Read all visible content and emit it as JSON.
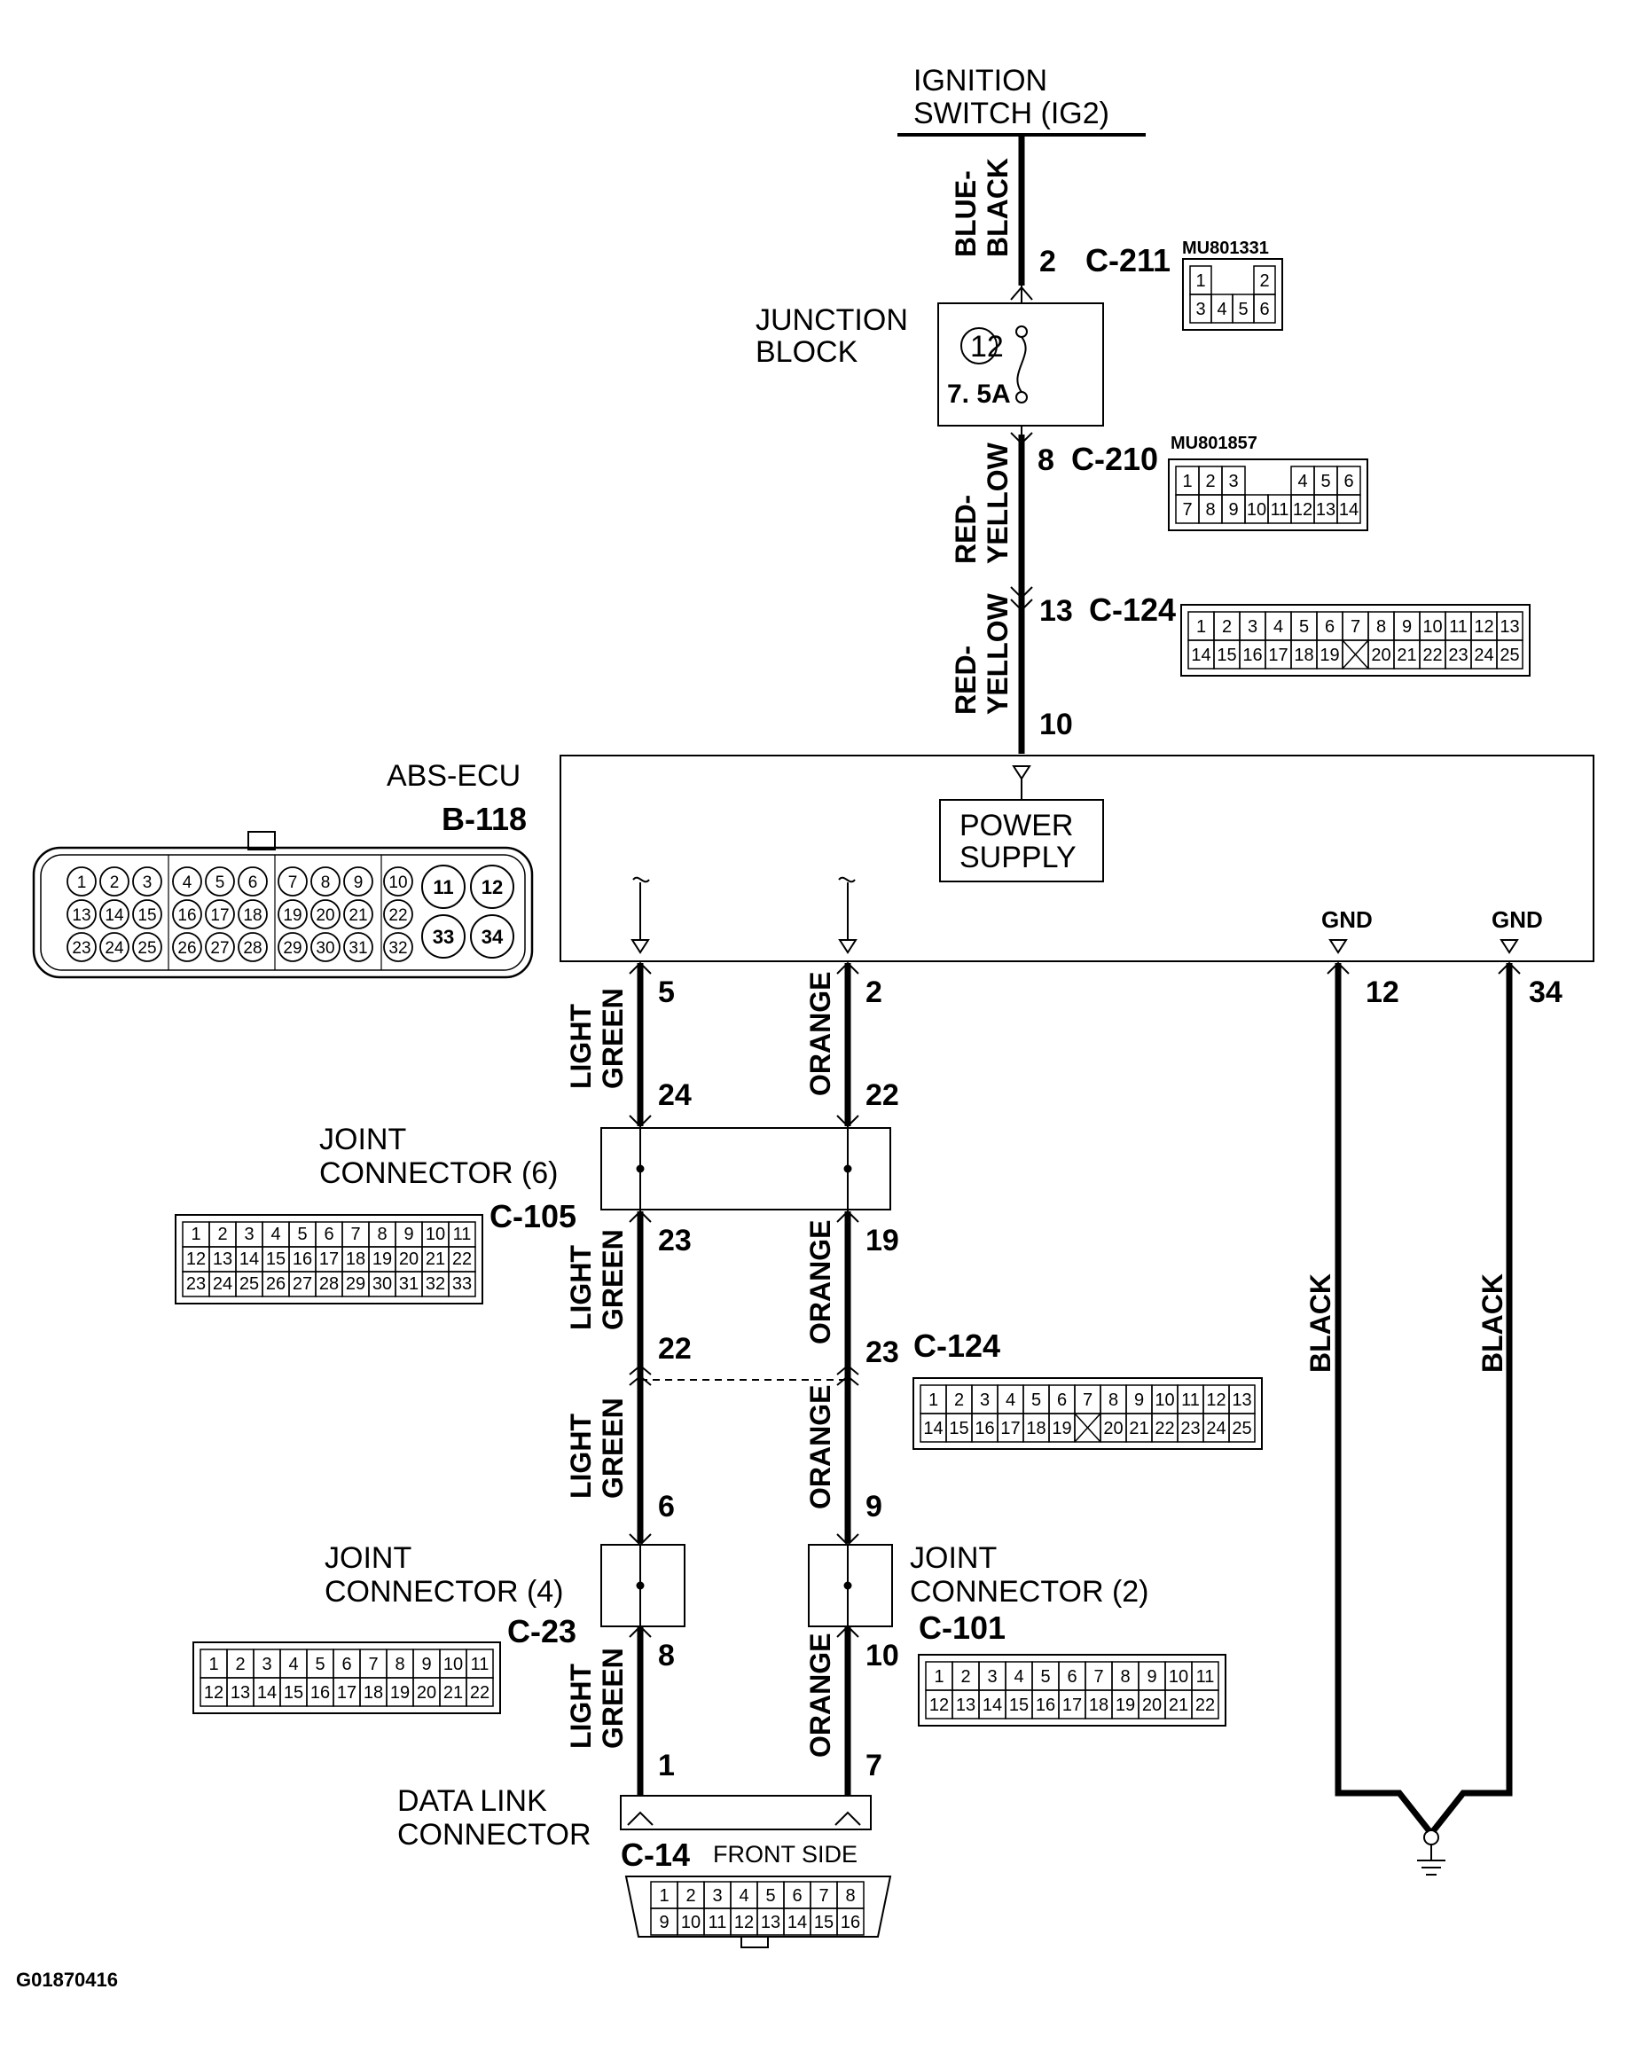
{
  "figure_id": "G01870416",
  "ignition_switch": {
    "line1": "IGNITION",
    "line2": "SWITCH (IG2)"
  },
  "junction_block": {
    "line1": "JUNCTION",
    "line2": "BLOCK",
    "fuse_number": "12",
    "fuse_rating": "7. 5A"
  },
  "abs_ecu": {
    "name": "ABS-ECU",
    "connector": "B-118",
    "power_supply_line1": "POWER",
    "power_supply_line2": "SUPPLY",
    "gnd1": "GND",
    "gnd2": "GND"
  },
  "connectors": {
    "c211": {
      "id": "C-211",
      "part_no": "MU801331",
      "pin": "2"
    },
    "c210": {
      "id": "C-210",
      "part_no": "MU801857",
      "pin": "8"
    },
    "c124_top": {
      "id": "C-124",
      "pin_in": "13",
      "pin_out": "10"
    },
    "c105": {
      "id": "C-105",
      "line1": "JOINT",
      "line2": "CONNECTOR (6)"
    },
    "c124_mid": {
      "id": "C-124"
    },
    "c23": {
      "id": "C-23",
      "line1": "JOINT",
      "line2": "CONNECTOR (4)"
    },
    "c101": {
      "id": "C-101",
      "line1": "JOINT",
      "line2": "CONNECTOR (2)"
    },
    "c14": {
      "id": "C-14",
      "line1": "DATA LINK",
      "line2": "CONNECTOR",
      "note": "FRONT SIDE"
    }
  },
  "wires": {
    "blue_black": [
      "BLUE-",
      "BLACK"
    ],
    "red_yellow": [
      "RED-",
      "YELLOW"
    ],
    "light_green": [
      "LIGHT",
      "GREEN"
    ],
    "orange": "ORANGE",
    "black": "BLACK"
  },
  "pins": {
    "lg": [
      "5",
      "24",
      "23",
      "22",
      "6",
      "8",
      "1"
    ],
    "or": [
      "2",
      "22",
      "19",
      "23",
      "9",
      "10",
      "7"
    ],
    "gnd": [
      "12",
      "34"
    ]
  },
  "connector_faces": {
    "c211_rows": [
      [
        "1",
        "",
        "",
        "2"
      ],
      [
        "3",
        "4",
        "5",
        "6"
      ]
    ],
    "c210_rows": [
      [
        "1",
        "2",
        "3",
        "",
        "",
        "4",
        "5",
        "6"
      ],
      [
        "7",
        "8",
        "9",
        "10",
        "11",
        "12",
        "13",
        "14"
      ]
    ],
    "c124_rows": [
      [
        "1",
        "2",
        "3",
        "4",
        "5",
        "6",
        "7",
        "8",
        "9",
        "10",
        "11",
        "12",
        "13"
      ],
      [
        "14",
        "15",
        "16",
        "17",
        "18",
        "19",
        "X",
        "20",
        "21",
        "22",
        "23",
        "24",
        "25"
      ]
    ],
    "c105_rows": [
      [
        "1",
        "2",
        "3",
        "4",
        "5",
        "6",
        "7",
        "8",
        "9",
        "10",
        "11"
      ],
      [
        "12",
        "13",
        "14",
        "15",
        "16",
        "17",
        "18",
        "19",
        "20",
        "21",
        "22"
      ],
      [
        "23",
        "24",
        "25",
        "26",
        "27",
        "28",
        "29",
        "30",
        "31",
        "32",
        "33"
      ]
    ],
    "c22_rows": [
      [
        "1",
        "2",
        "3",
        "4",
        "5",
        "6",
        "7",
        "8",
        "9",
        "10",
        "11"
      ],
      [
        "12",
        "13",
        "14",
        "15",
        "16",
        "17",
        "18",
        "19",
        "20",
        "21",
        "22"
      ]
    ],
    "c14_rows": [
      [
        "1",
        "2",
        "3",
        "4",
        "5",
        "6",
        "7",
        "8"
      ],
      [
        "9",
        "10",
        "11",
        "12",
        "13",
        "14",
        "15",
        "16"
      ]
    ],
    "b118_small": [
      [
        "1",
        "2",
        "3",
        "4",
        "5",
        "6",
        "7",
        "8",
        "9",
        "10"
      ],
      [
        "13",
        "14",
        "15",
        "16",
        "17",
        "18",
        "19",
        "20",
        "21",
        "22"
      ],
      [
        "23",
        "24",
        "25",
        "26",
        "27",
        "28",
        "29",
        "30",
        "31",
        "32"
      ]
    ],
    "b118_large": [
      "11",
      "12",
      "33",
      "34"
    ]
  }
}
